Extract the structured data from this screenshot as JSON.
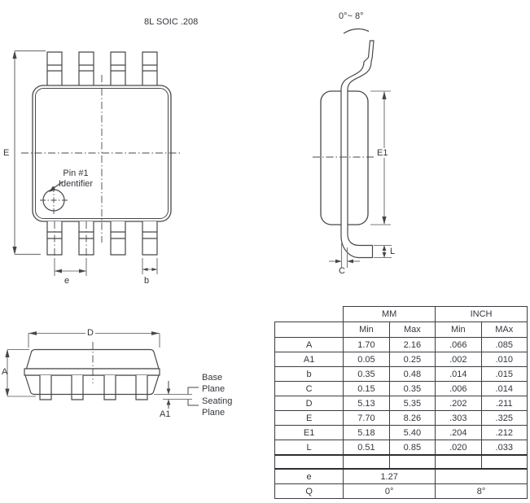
{
  "title": "8L SOIC .208",
  "colors": {
    "line": "#46474b",
    "dim": "#7b7c80",
    "text": "#33363c"
  },
  "top_view": {
    "dim_width_overall": "E",
    "dim_pitch": "e",
    "dim_lead_width": "b",
    "pin1_label_line1": "Pin #1",
    "pin1_label_line2": "Identifier"
  },
  "side_view": {
    "angle": "0°~ 8°",
    "dim_body_width": "E1",
    "dim_foot_length": "L",
    "dim_lead_thickness": "C"
  },
  "front_view": {
    "dim_body_length": "D",
    "dim_height": "A",
    "dim_standoff": "A1",
    "base_plane_line1": "Base",
    "base_plane_line2": "Plane",
    "seating_plane_line1": "Seating",
    "seating_plane_line2": "Plane"
  },
  "table": {
    "unit_mm": "MM",
    "unit_inch": "INCH",
    "minmax": [
      "Min",
      "Max",
      "Min",
      "MAx"
    ],
    "rows": [
      {
        "dim": "A",
        "mm_min": "1.70",
        "mm_max": "2.16",
        "in_min": ".066",
        "in_max": ".085"
      },
      {
        "dim": "A1",
        "mm_min": "0.05",
        "mm_max": "0.25",
        "in_min": ".002",
        "in_max": ".010"
      },
      {
        "dim": "b",
        "mm_min": "0.35",
        "mm_max": "0.48",
        "in_min": ".014",
        "in_max": ".015"
      },
      {
        "dim": "C",
        "mm_min": "0.15",
        "mm_max": "0.35",
        "in_min": ".006",
        "in_max": ".014"
      },
      {
        "dim": "D",
        "mm_min": "5.13",
        "mm_max": "5.35",
        "in_min": ".202",
        "in_max": ".211"
      },
      {
        "dim": "E",
        "mm_min": "7.70",
        "mm_max": "8.26",
        "in_min": ".303",
        "in_max": ".325"
      },
      {
        "dim": "E1",
        "mm_min": "5.18",
        "mm_max": "5.40",
        "in_min": ".204",
        "in_max": ".212"
      },
      {
        "dim": "L",
        "mm_min": "0.51",
        "mm_max": "0.85",
        "in_min": ".020",
        "in_max": ".033"
      }
    ],
    "e_row": {
      "dim": "e",
      "mm": "1.27",
      "inch": ""
    },
    "q_row": {
      "dim": "Q",
      "mm": "0°",
      "inch": "8°"
    }
  }
}
